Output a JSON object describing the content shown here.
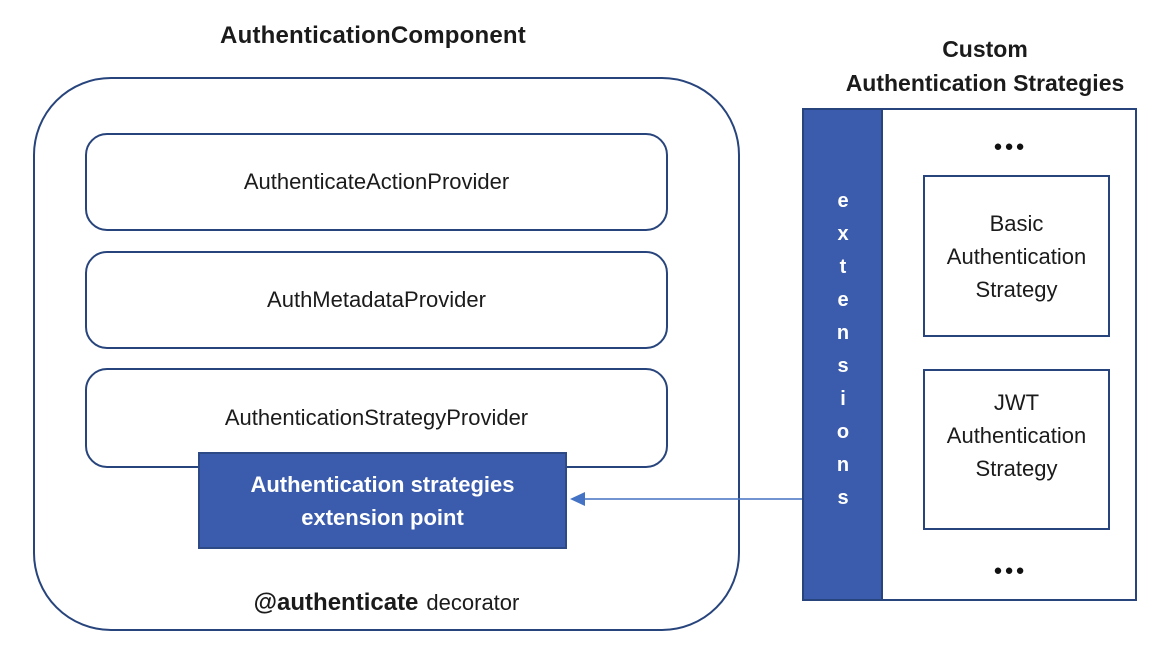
{
  "colors": {
    "border_navy": "#27447c",
    "fill_blue": "#3b5cad",
    "arrow_blue": "#4472c4",
    "text_black": "#1b1b1b",
    "text_white": "#ffffff"
  },
  "component": {
    "title": "AuthenticationComponent",
    "providers": [
      {
        "label": "AuthenticateActionProvider"
      },
      {
        "label": "AuthMetadataProvider"
      },
      {
        "label": "AuthenticationStrategyProvider"
      }
    ],
    "extension_point": {
      "line1": "Authentication strategies",
      "line2": "extension point"
    },
    "decorator": {
      "bold": "@authenticate",
      "regular": "decorator"
    }
  },
  "custom_strategies": {
    "title_line1": "Custom",
    "title_line2": "Authentication Strategies",
    "extensions_bar": {
      "word": "extensions"
    },
    "ellipsis_top": "●●●",
    "ellipsis_bottom": "●●●",
    "strategies": [
      {
        "lines": [
          "Basic",
          "Authentication",
          "Strategy"
        ]
      },
      {
        "lines": [
          "JWT",
          "Authentication",
          "Strategy"
        ]
      }
    ]
  }
}
